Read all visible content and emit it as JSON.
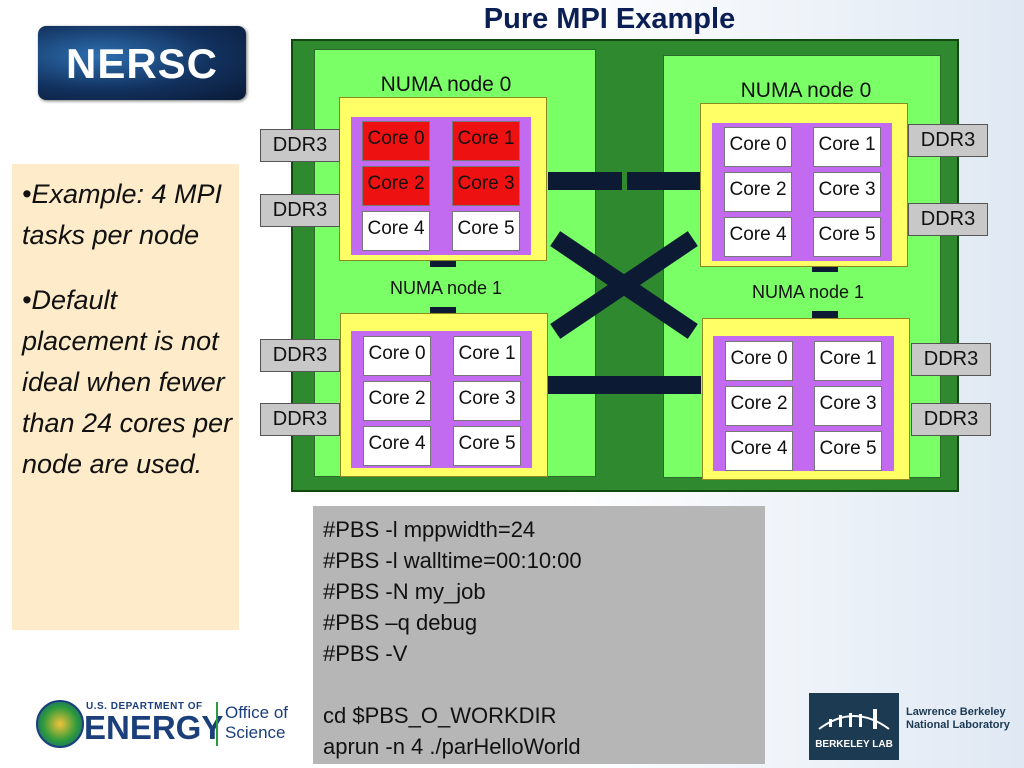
{
  "title": "Pure MPI Example",
  "logo": {
    "text": "NERSC"
  },
  "bullets": [
    "•Example: 4 MPI tasks per node",
    "•Default placement is not ideal when fewer than 24 cores per node are used."
  ],
  "diagram": {
    "numa_labels": {
      "tl": "NUMA node 0",
      "tr": "NUMA node 0",
      "bl": "NUMA node 1",
      "br": "NUMA node 1"
    },
    "memory_label": "DDR3",
    "cores": [
      "Core 0",
      "Core 1",
      "Core 2",
      "Core 3",
      "Core 4",
      "Core 5"
    ],
    "active_cores_first_numa": [
      "Core 0",
      "Core 1",
      "Core 2",
      "Core 3"
    ],
    "colors": {
      "board": "#2f8a2f",
      "socket": "#7bff66",
      "numa": "#ffff66",
      "bar": "#c26bf0",
      "active_core": "#ee1111",
      "link": "#0d1a33"
    }
  },
  "code": [
    "#PBS -l mppwidth=24",
    "#PBS -l walltime=00:10:00",
    "#PBS -N my_job",
    "#PBS –q debug",
    "#PBS -V",
    "",
    "cd $PBS_O_WORKDIR",
    "aprun -n 4 ./parHelloWorld"
  ],
  "footer": {
    "doe_small": "U.S. DEPARTMENT OF",
    "doe_energy": "ENERGY",
    "doe_office": [
      "Office of",
      "Science"
    ],
    "lbl_box": "BERKELEY LAB",
    "lbl_name": [
      "Lawrence Berkeley",
      "National Laboratory"
    ]
  }
}
